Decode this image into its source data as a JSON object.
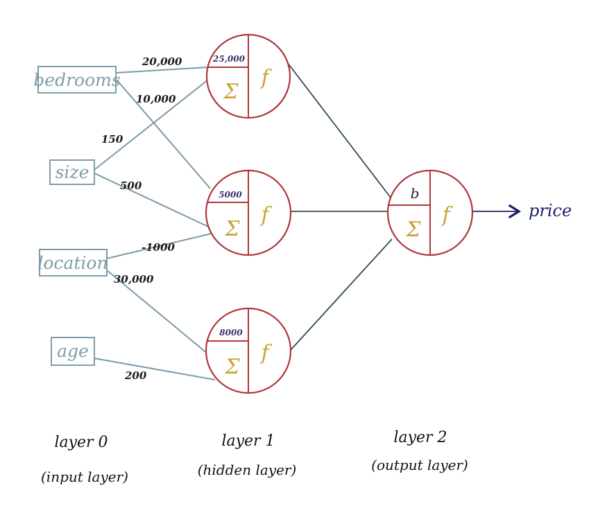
{
  "inputs": [
    {
      "label": "bedrooms"
    },
    {
      "label": "size"
    },
    {
      "label": "location"
    },
    {
      "label": "age"
    }
  ],
  "weights": {
    "bedrooms_h1": "20,000",
    "bedrooms_h2": "10,000",
    "size_h1": "150",
    "size_h2": "500",
    "location_h2": "-1000",
    "location_h3": "30,000",
    "age_h3": "200"
  },
  "hidden": [
    {
      "bias": "25,000",
      "sum": "Σ",
      "fn": "f"
    },
    {
      "bias": "5000",
      "sum": "Σ",
      "fn": "f"
    },
    {
      "bias": "8000",
      "sum": "Σ",
      "fn": "f"
    }
  ],
  "output": {
    "bias": "b",
    "sum": "Σ",
    "fn": "f",
    "label": "price"
  },
  "layers": [
    {
      "title": "layer 0",
      "subtitle": "(input layer)"
    },
    {
      "title": "layer 1",
      "subtitle": "(hidden layer)"
    },
    {
      "title": "layer 2",
      "subtitle": "(output layer)"
    }
  ]
}
